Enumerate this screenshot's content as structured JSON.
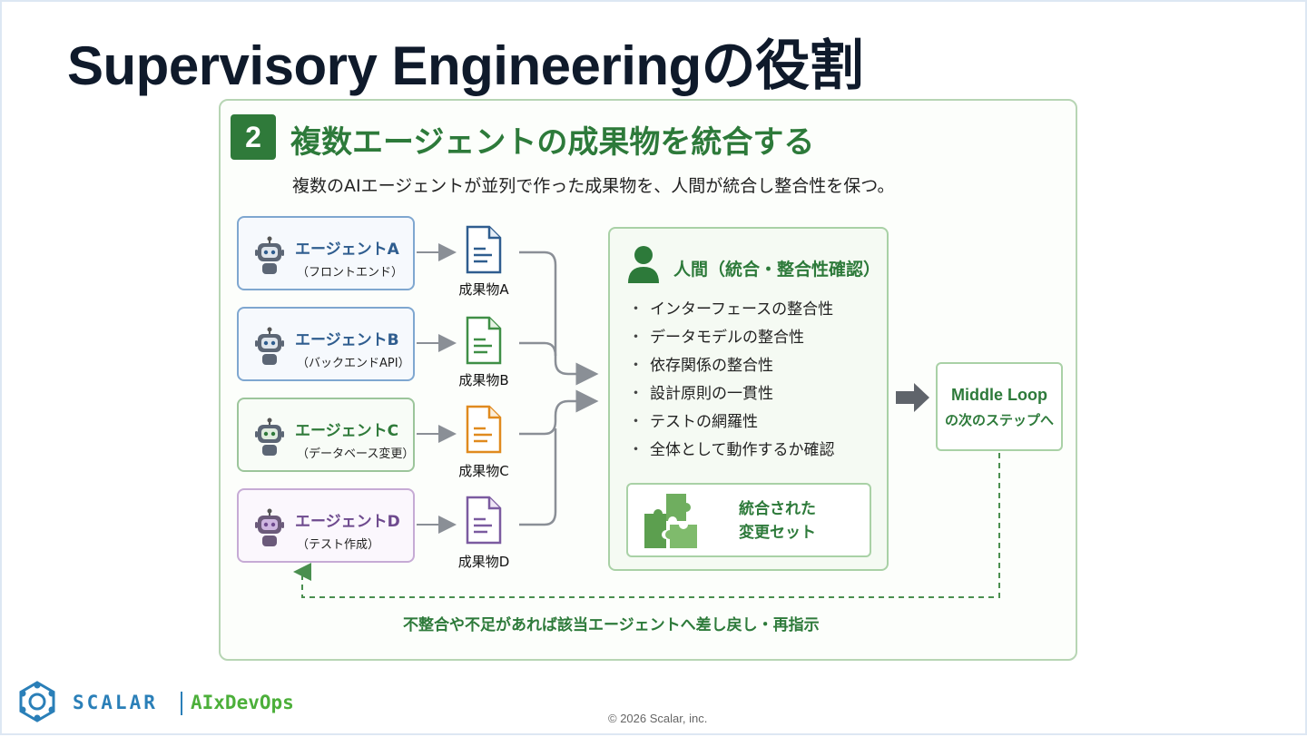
{
  "slide": {
    "title": "Supervisory Engineeringの役割",
    "section_number": "2",
    "heading": "複数エージェントの成果物を統合する",
    "subtitle": "複数のAIエージェントが並列で作った成果物を、人間が統合し整合性を保つ。"
  },
  "agents": [
    {
      "name": "エージェントA",
      "role": "（フロントエンド）",
      "color": "#2f5d8f"
    },
    {
      "name": "エージェントB",
      "role": "（バックエンドAPI）",
      "color": "#2f5d8f"
    },
    {
      "name": "エージェントC",
      "role": "（データベース変更）",
      "color": "#2f7a3a"
    },
    {
      "name": "エージェントD",
      "role": "（テスト作成）",
      "color": "#6e4a8e"
    }
  ],
  "deliverables": [
    {
      "label": "成果物A",
      "color": "#2f5d8f"
    },
    {
      "label": "成果物B",
      "color": "#3f8f46"
    },
    {
      "label": "成果物C",
      "color": "#e08a1e"
    },
    {
      "label": "成果物D",
      "color": "#7b5ba0"
    }
  ],
  "human": {
    "title": "人間（統合・整合性確認）",
    "checks": [
      "インターフェースの整合性",
      "データモデルの整合性",
      "依存関係の整合性",
      "設計原則の一貫性",
      "テストの網羅性",
      "全体として動作するか確認"
    ],
    "merged_line1": "統合された",
    "merged_line2": "変更セット"
  },
  "next_step": {
    "line1": "Middle Loop",
    "line2": "の次のステップへ"
  },
  "feedback": "不整合や不足があれば該当エージェントへ差し戻し・再指示",
  "footer": {
    "brand": "SCALAR",
    "tagline": "AIxDevOps",
    "copyright": "© 2026 Scalar, inc."
  },
  "colors": {
    "accent_green": "#2d7a3a",
    "brand_blue": "#2a7fb8",
    "brand_green": "#4caf3a"
  }
}
